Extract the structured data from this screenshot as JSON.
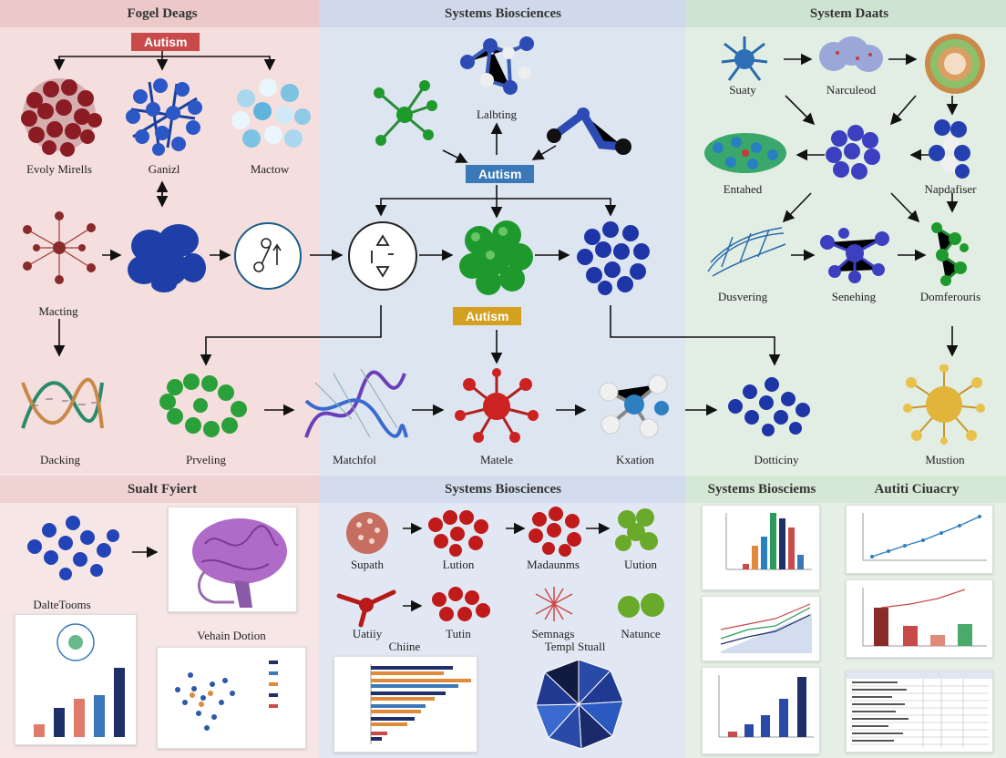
{
  "sections": {
    "top_left": "Fogel Deags",
    "top_middle": "Systems Biosciences",
    "top_right": "System Daats",
    "bottom_left": "Sualt Fyiert",
    "bottom_middle": "Systems Biosciences",
    "bottom_right_a": "Systems Biosciems",
    "bottom_right_b": "Autiti Ciuacry"
  },
  "badges": {
    "autism_top_left": "Autism",
    "autism_center": "Autism",
    "autism_lower": "Autism"
  },
  "colors": {
    "badge_red": "#c94a4a",
    "badge_blue": "#3a78b8",
    "badge_gold": "#d4a020"
  },
  "labels": {
    "evoly_mirells": "Evoly Mirells",
    "ganizl": "Ganizl",
    "mactow": "Mactow",
    "macting": "Macting",
    "lalbting": "Lalbting",
    "dacking": "Dacking",
    "prveling": "Prveling",
    "matchfol": "Matchfol",
    "matele": "Matele",
    "kxation": "Kxation",
    "dotticiny": "Dotticiny",
    "mustion": "Mustion",
    "suaty": "Suaty",
    "narculeod": "Narculeod",
    "entahed": "Entahed",
    "napdafiser": "Napdafiser",
    "dusvering": "Dusvering",
    "senehing": "Senehing",
    "domferouris": "Domferouris",
    "daltetooms": "DalteToo​ms",
    "vehain_dotion": "Vehain Dotion",
    "supath": "Supath",
    "lution": "Lution",
    "madaunms": "Madaunms",
    "uution": "Uution",
    "uatiiy": "Uatiiy",
    "tutin": "Tutin",
    "semnags": "Semnags",
    "natunce": "Natunce",
    "chiine": "Chiine",
    "templ_stuall": "Templ Stuall"
  }
}
